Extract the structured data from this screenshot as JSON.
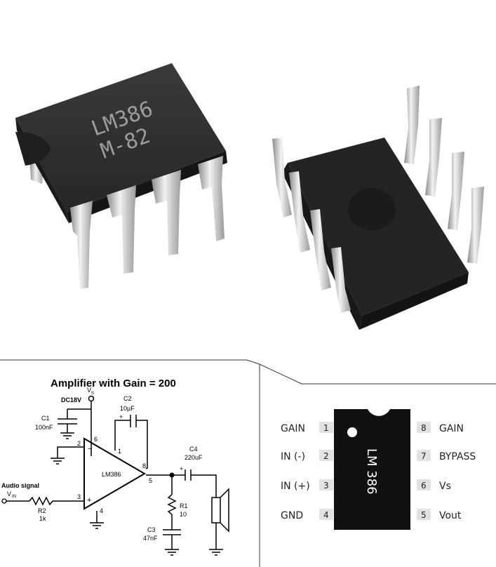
{
  "photo": {
    "chip_marking_line1": "LM386",
    "chip_marking_line2": "M-82"
  },
  "schematic": {
    "title": "Amplifier with Gain = 200",
    "supply_symbol": "V",
    "supply_sub": "S",
    "supply_label": "DC18V",
    "c1_name": "C1",
    "c1_value": "100nF",
    "c2_name": "C2",
    "c2_value": "10µF",
    "c3_name": "C3",
    "c3_value": "47nF",
    "c4_name": "C4",
    "c4_value": "220uF",
    "r1_name": "R1",
    "r1_value": "10",
    "r2_name": "R2",
    "r2_value": "1k",
    "ic_label": "LM386",
    "input_label": "Audio signal",
    "vin_symbol": "V",
    "vin_sub": "IN",
    "pin_1": "1",
    "pin_2": "2",
    "pin_3": "3",
    "pin_4": "4",
    "pin_5": "5",
    "pin_6": "6",
    "pin_8": "8",
    "minus_sign": "−",
    "plus_sign": "+"
  },
  "pinout": {
    "chip_label": "LM 386",
    "left_pins": [
      {
        "num": "1",
        "name": "GAIN"
      },
      {
        "num": "2",
        "name": "IN (-)"
      },
      {
        "num": "3",
        "name": "IN (+)"
      },
      {
        "num": "4",
        "name": "GND"
      }
    ],
    "right_pins": [
      {
        "num": "8",
        "name": "GAIN"
      },
      {
        "num": "7",
        "name": "BYPASS"
      },
      {
        "num": "6",
        "name": "Vs"
      },
      {
        "num": "5",
        "name": "Vout"
      }
    ]
  }
}
